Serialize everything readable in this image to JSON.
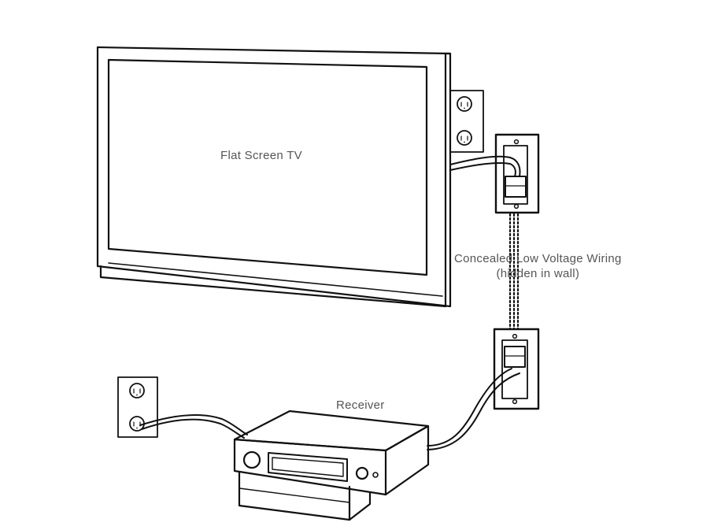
{
  "diagram": {
    "labels": {
      "tv": "Flat Screen TV",
      "wiring_line1": "Concealed Low Voltage Wiring",
      "wiring_line2": "(hidden in wall)",
      "receiver": "Receiver"
    },
    "colors": {
      "stroke": "#111111",
      "label": "#555555",
      "background": "#ffffff"
    }
  }
}
